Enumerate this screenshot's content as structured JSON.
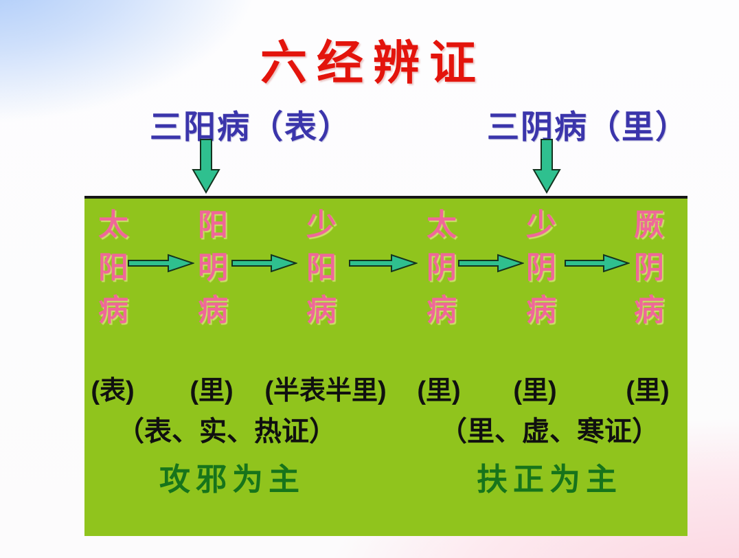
{
  "slide": {
    "title": "六经辨证",
    "headings": {
      "left": "三阳病（表）",
      "right": "三阴病（里）"
    },
    "diagram": {
      "stages": [
        {
          "name": "太阳病",
          "location": "(表)"
        },
        {
          "name": "阳明病",
          "location": "(里)"
        },
        {
          "name": "少阳病",
          "location": "(半表半里)"
        },
        {
          "name": "太阴病",
          "location": "(里)"
        },
        {
          "name": "少阴病",
          "location": "(里)"
        },
        {
          "name": "厥阴病",
          "location": "(里)"
        }
      ],
      "syndromes": {
        "left": "（表、实、热证）",
        "right": "（里、虚、寒证）"
      },
      "principles": {
        "left": "攻邪为主",
        "right": "扶正为主"
      }
    },
    "icons": {
      "down_arrow": "filled-down-arrow",
      "right_arrow": "filled-right-arrow"
    },
    "colors": {
      "title_red": "#e3140c",
      "heading_blue": "#3b35ab",
      "box_green": "#90c41d",
      "stage_pink": "#ef6899",
      "arrow_teal": "#2fc08f",
      "principle_green": "#17741b",
      "label_black": "#101010",
      "bg_top_left_blue": "#a8c8f8",
      "bg_bottom_right_pink": "#fbd3df"
    }
  }
}
